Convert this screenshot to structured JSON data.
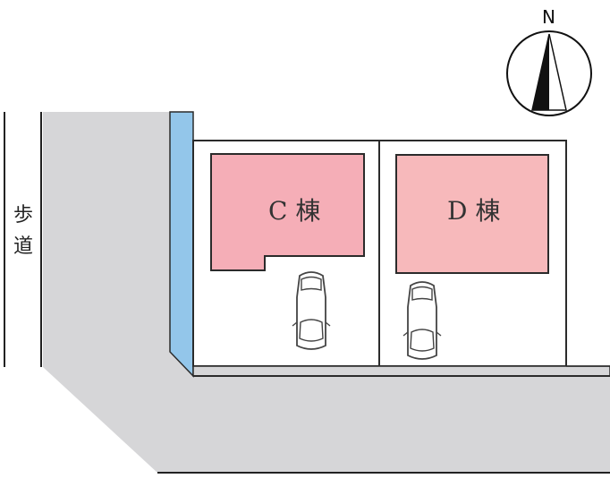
{
  "map": {
    "lots": [
      {
        "label": "C 棟",
        "building_color": "#f5aeb7"
      },
      {
        "label": "D 棟",
        "building_color": "#f7b9bb"
      }
    ],
    "sidewalk": {
      "label_line1": "歩",
      "label_line2": "道"
    },
    "compass": {
      "label": "N"
    },
    "colors": {
      "road": "#d6d6d8",
      "waterway": "#93c6ea",
      "outline": "#2b2b2b"
    }
  }
}
